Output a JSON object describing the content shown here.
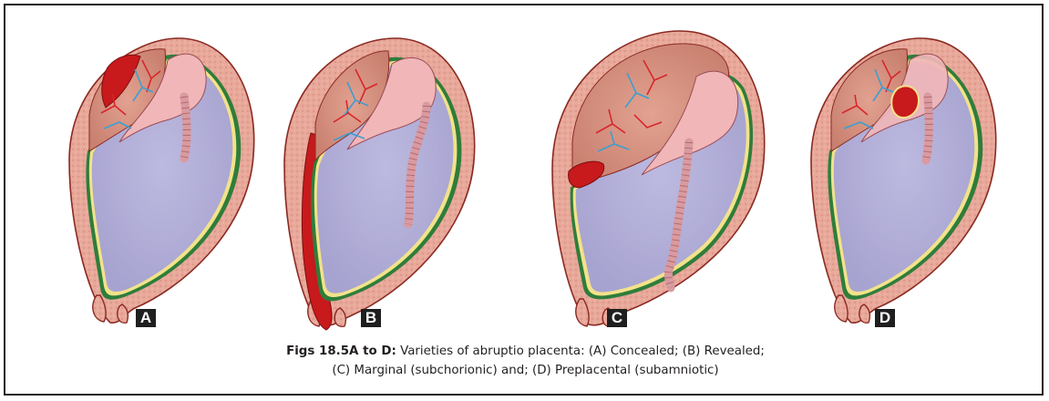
{
  "figure": {
    "panels": [
      {
        "label": "A",
        "variant": "concealed"
      },
      {
        "label": "B",
        "variant": "revealed"
      },
      {
        "label": "C",
        "variant": "marginal"
      },
      {
        "label": "D",
        "variant": "preplacental"
      }
    ],
    "caption": {
      "bold": "Figs 18.5A to D:",
      "line1": " Varieties of abruptio placenta: (A) Concealed; (B) Revealed;",
      "line2": "(C) Marginal (subchorionic) and; (D) Preplacental (subamniotic)"
    }
  },
  "colors": {
    "uterine_wall": "#e8a89a",
    "wall_outline": "#8a2a22",
    "membrane_green": "#2f7d3a",
    "membrane_yellow": "#f2e28a",
    "amniotic_cavity": "#b3b0d8",
    "placenta": "#d58f7e",
    "blood_clot": "#c8191c",
    "vessel_red": "#d8262b",
    "vessel_blue": "#3aa0d0",
    "fetal_cord": "#f0b6b8",
    "label_bg": "#1f1f1f"
  }
}
